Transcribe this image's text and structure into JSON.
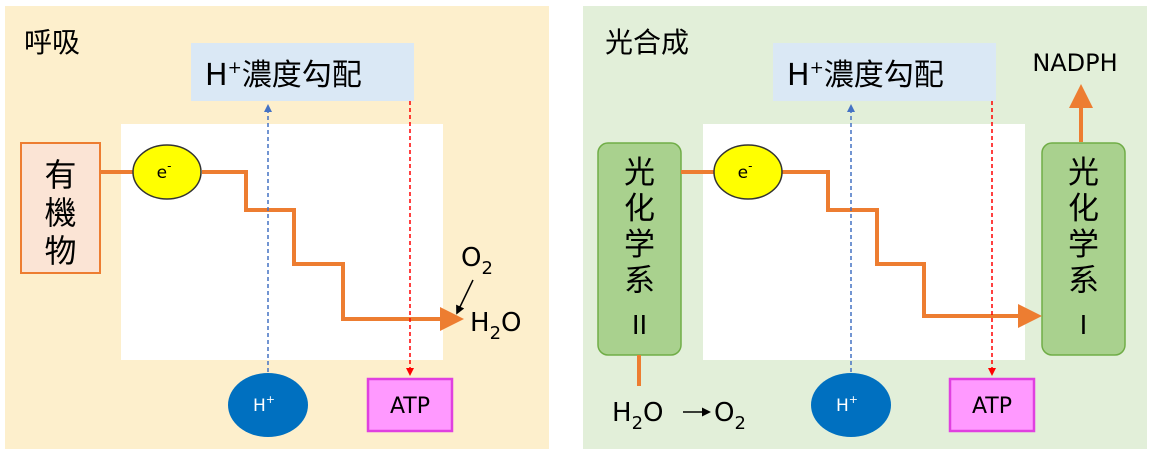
{
  "respiration": {
    "title": "呼吸",
    "gradient": {
      "h": "H",
      "plus": "+",
      "text": "濃度勾配"
    },
    "organic": [
      "有",
      "機",
      "物"
    ],
    "electron": {
      "e": "e",
      "minus": "-"
    },
    "o2": {
      "o": "O",
      "sub": "2"
    },
    "h2o": {
      "h": "H",
      "sub": "2",
      "o": "O"
    },
    "proton": {
      "h": "H",
      "plus": "+"
    },
    "atp": "ATP"
  },
  "photosynthesis": {
    "title": "光合成",
    "gradient": {
      "h": "H",
      "plus": "+",
      "text": "濃度勾配"
    },
    "psii": [
      "光",
      "化",
      "学",
      "系"
    ],
    "psii_numeral": "II",
    "psi": [
      "光",
      "化",
      "学",
      "系"
    ],
    "psi_numeral": "I",
    "electron": {
      "e": "e",
      "minus": "-"
    },
    "nadph": "NADPH",
    "water_split": {
      "h": "H",
      "sub2": "2",
      "o": "O",
      "o2": "O",
      "sub2b": "2"
    },
    "proton": {
      "h": "H",
      "plus": "+"
    },
    "atp": "ATP"
  },
  "colors": {
    "respiration_bg": "#fdefcc",
    "photosynthesis_bg": "#e2efd9",
    "gradient_box": "#dae8f5",
    "electron_path": "#ed7d31",
    "electron_fill": "#ffff00",
    "proton_fill": "#0070c0",
    "atp_fill": "#ff99ff",
    "atp_border": "#e040e0",
    "organic_fill": "#fbe4d5",
    "photosystem_fill": "#a9d18e",
    "proton_arrow": "#4472c4",
    "atp_arrow": "#ff0000"
  }
}
